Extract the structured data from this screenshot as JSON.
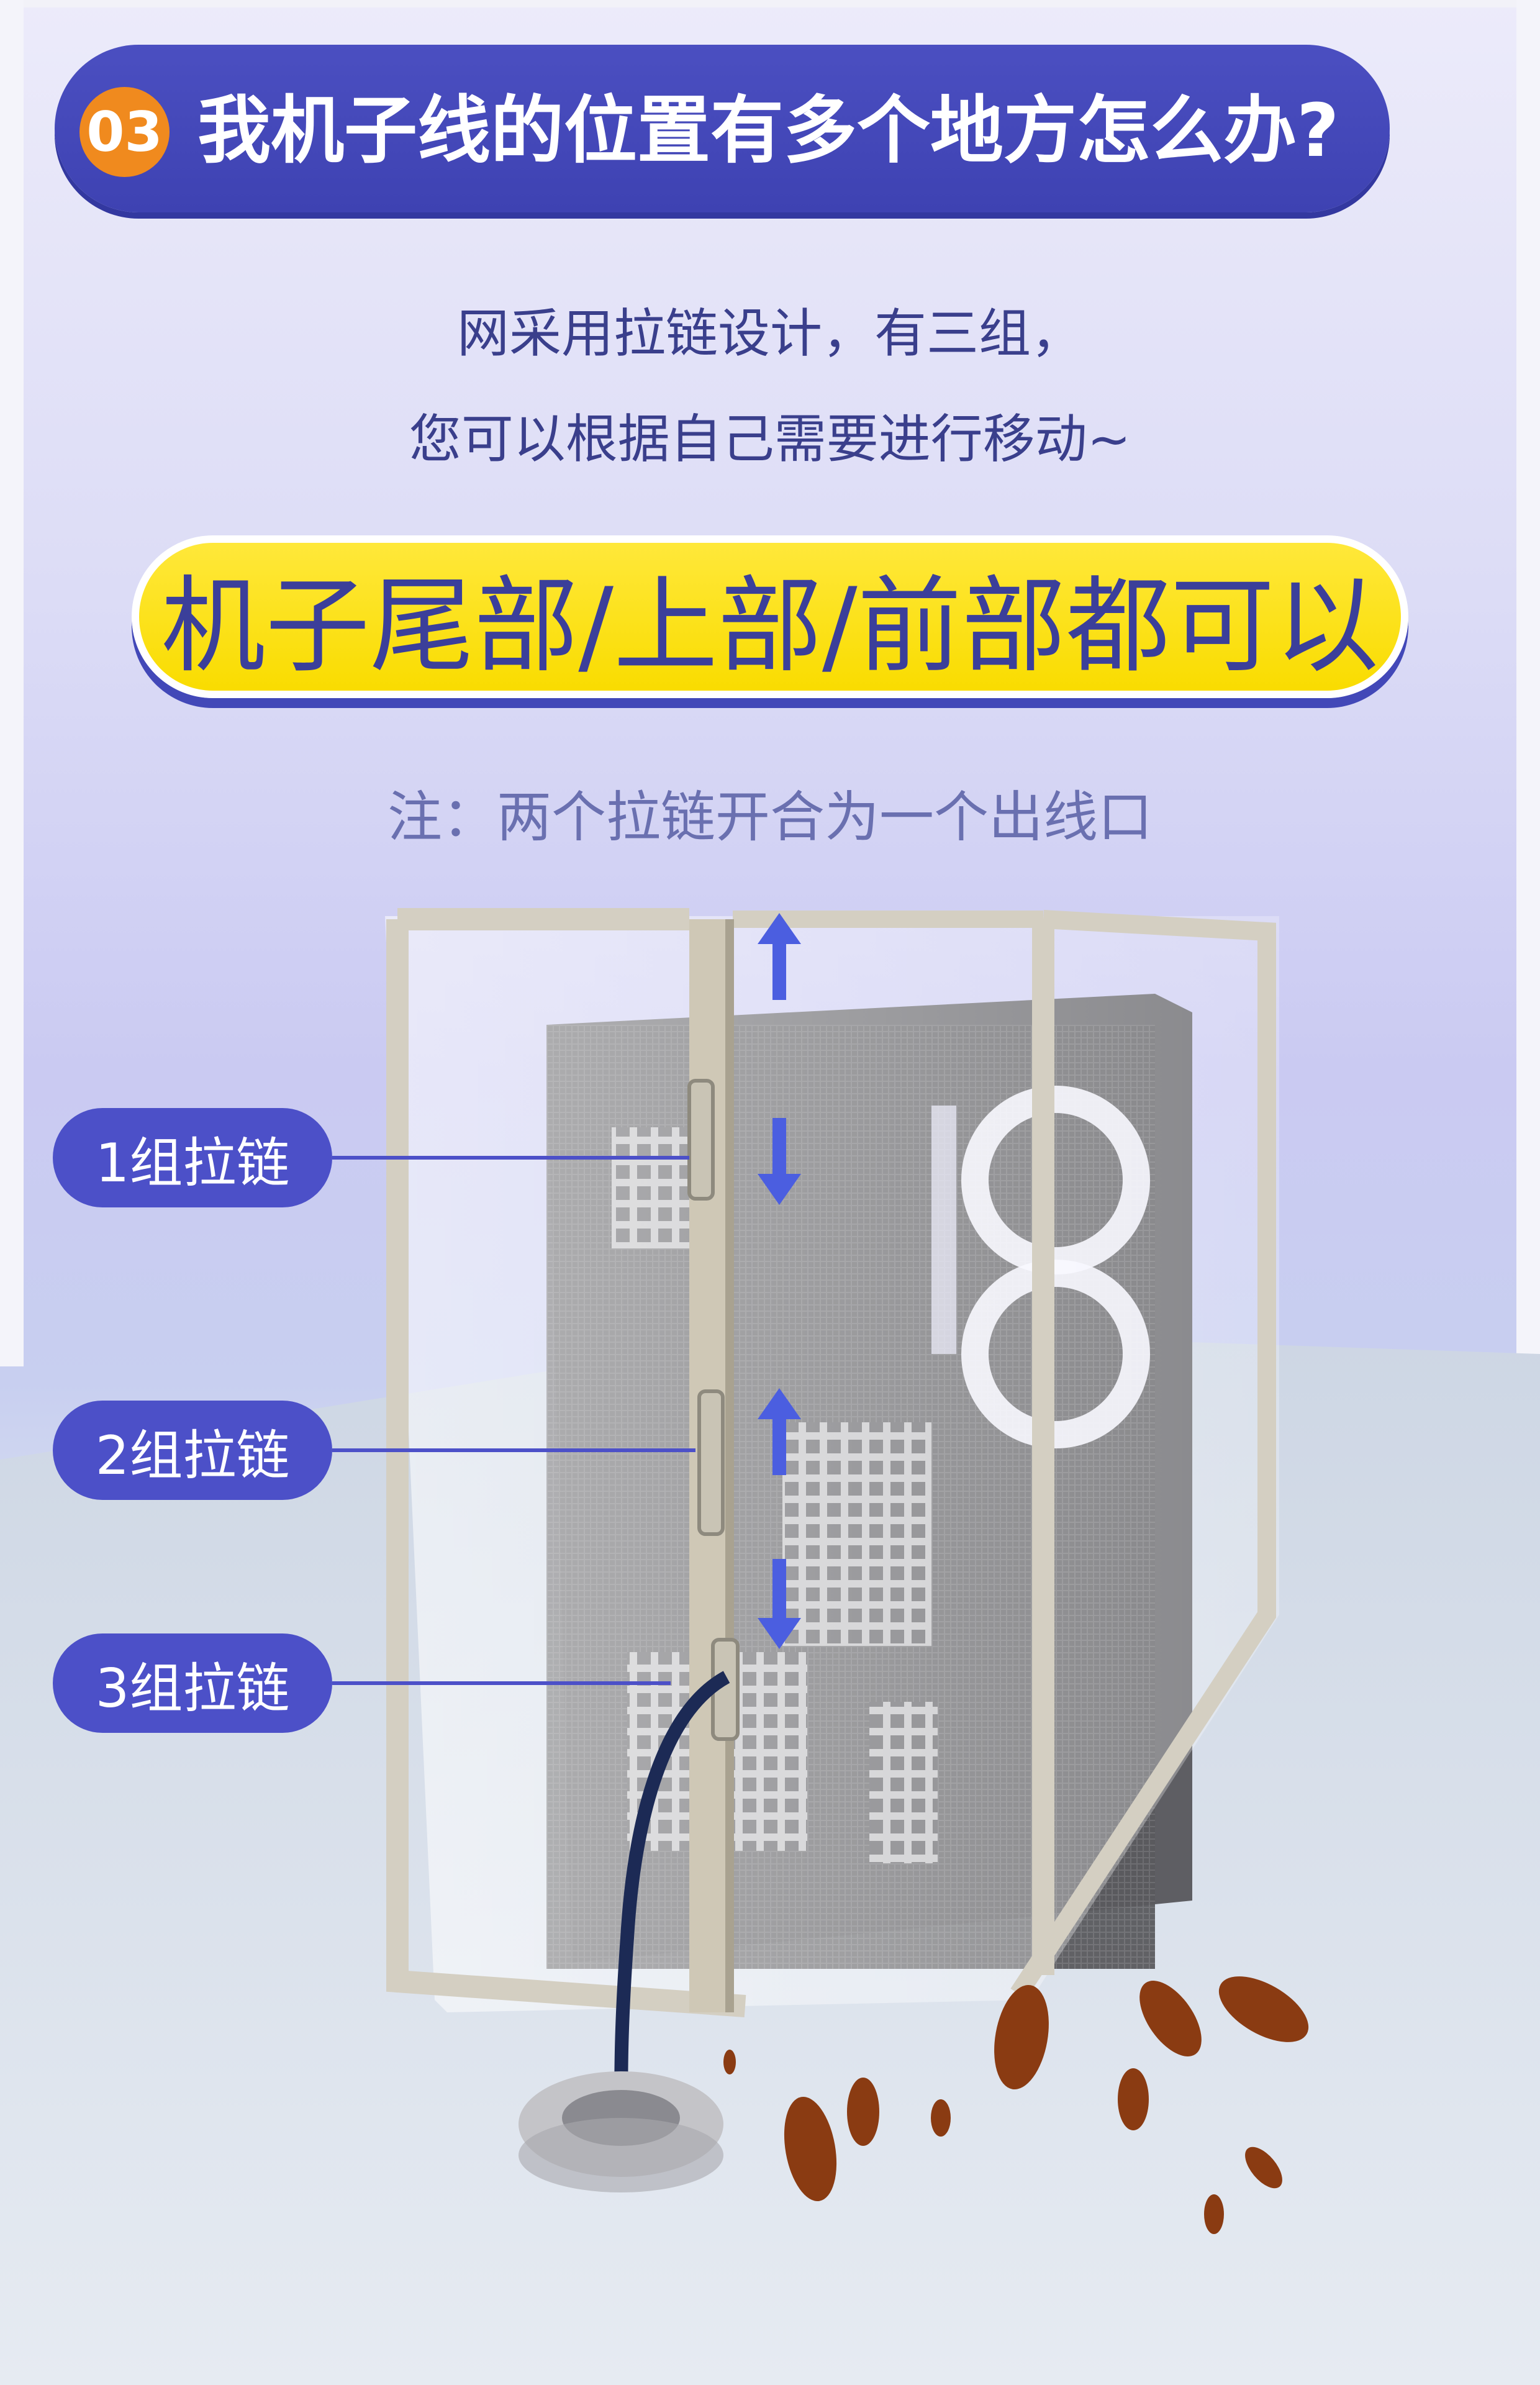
{
  "header": {
    "badge": "03",
    "title": "我机子线的位置有多个地方怎么办?"
  },
  "description": {
    "line1": "网采用拉链设计，有三组，",
    "line2": "您可以根据自己需要进行移动~"
  },
  "highlight": "机子尾部/上部/前部都可以",
  "note": "注：两个拉链开合为一个出线口",
  "zippers": [
    {
      "label": "1组拉链"
    },
    {
      "label": "2组拉链"
    },
    {
      "label": "3组拉链"
    }
  ],
  "colors": {
    "header_bg": "#4046b4",
    "badge": "#f08a1e",
    "highlight_bg": "#f9dc00",
    "highlight_text": "#3b3f9a",
    "label_bg": "#4c50c8",
    "arrow": "#4b5ee0"
  }
}
